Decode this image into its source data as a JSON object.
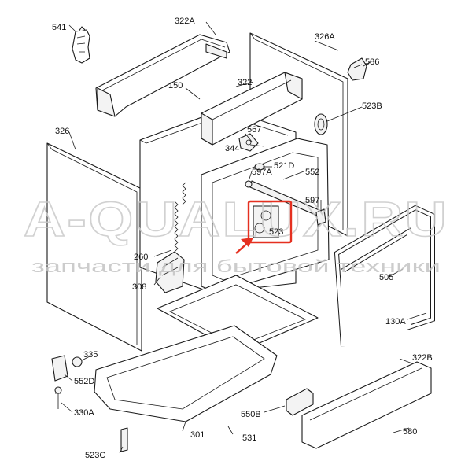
{
  "watermark": {
    "brand": "A-QUALUX.RU",
    "tagline": "запчасти для бытовой техники"
  },
  "labels": {
    "p541": "541",
    "p322a": "322A",
    "p326a": "326A",
    "p586": "586",
    "p150": "150",
    "p322": "322",
    "p523b": "523B",
    "p326": "326",
    "p567": "567",
    "p344": "344",
    "p521d": "521D",
    "p597a": "597A",
    "p552": "552",
    "p597": "597",
    "p523": "523",
    "p260": "260",
    "p505": "505",
    "p308": "308",
    "p130a": "130A",
    "p335": "335",
    "p552d": "552D",
    "p322b": "322B",
    "p330a": "330A",
    "p550b": "550B",
    "p580": "580",
    "p301": "301",
    "p531": "531",
    "p523c": "523C"
  },
  "highlight": {
    "color": "#e53020",
    "target": "523"
  }
}
